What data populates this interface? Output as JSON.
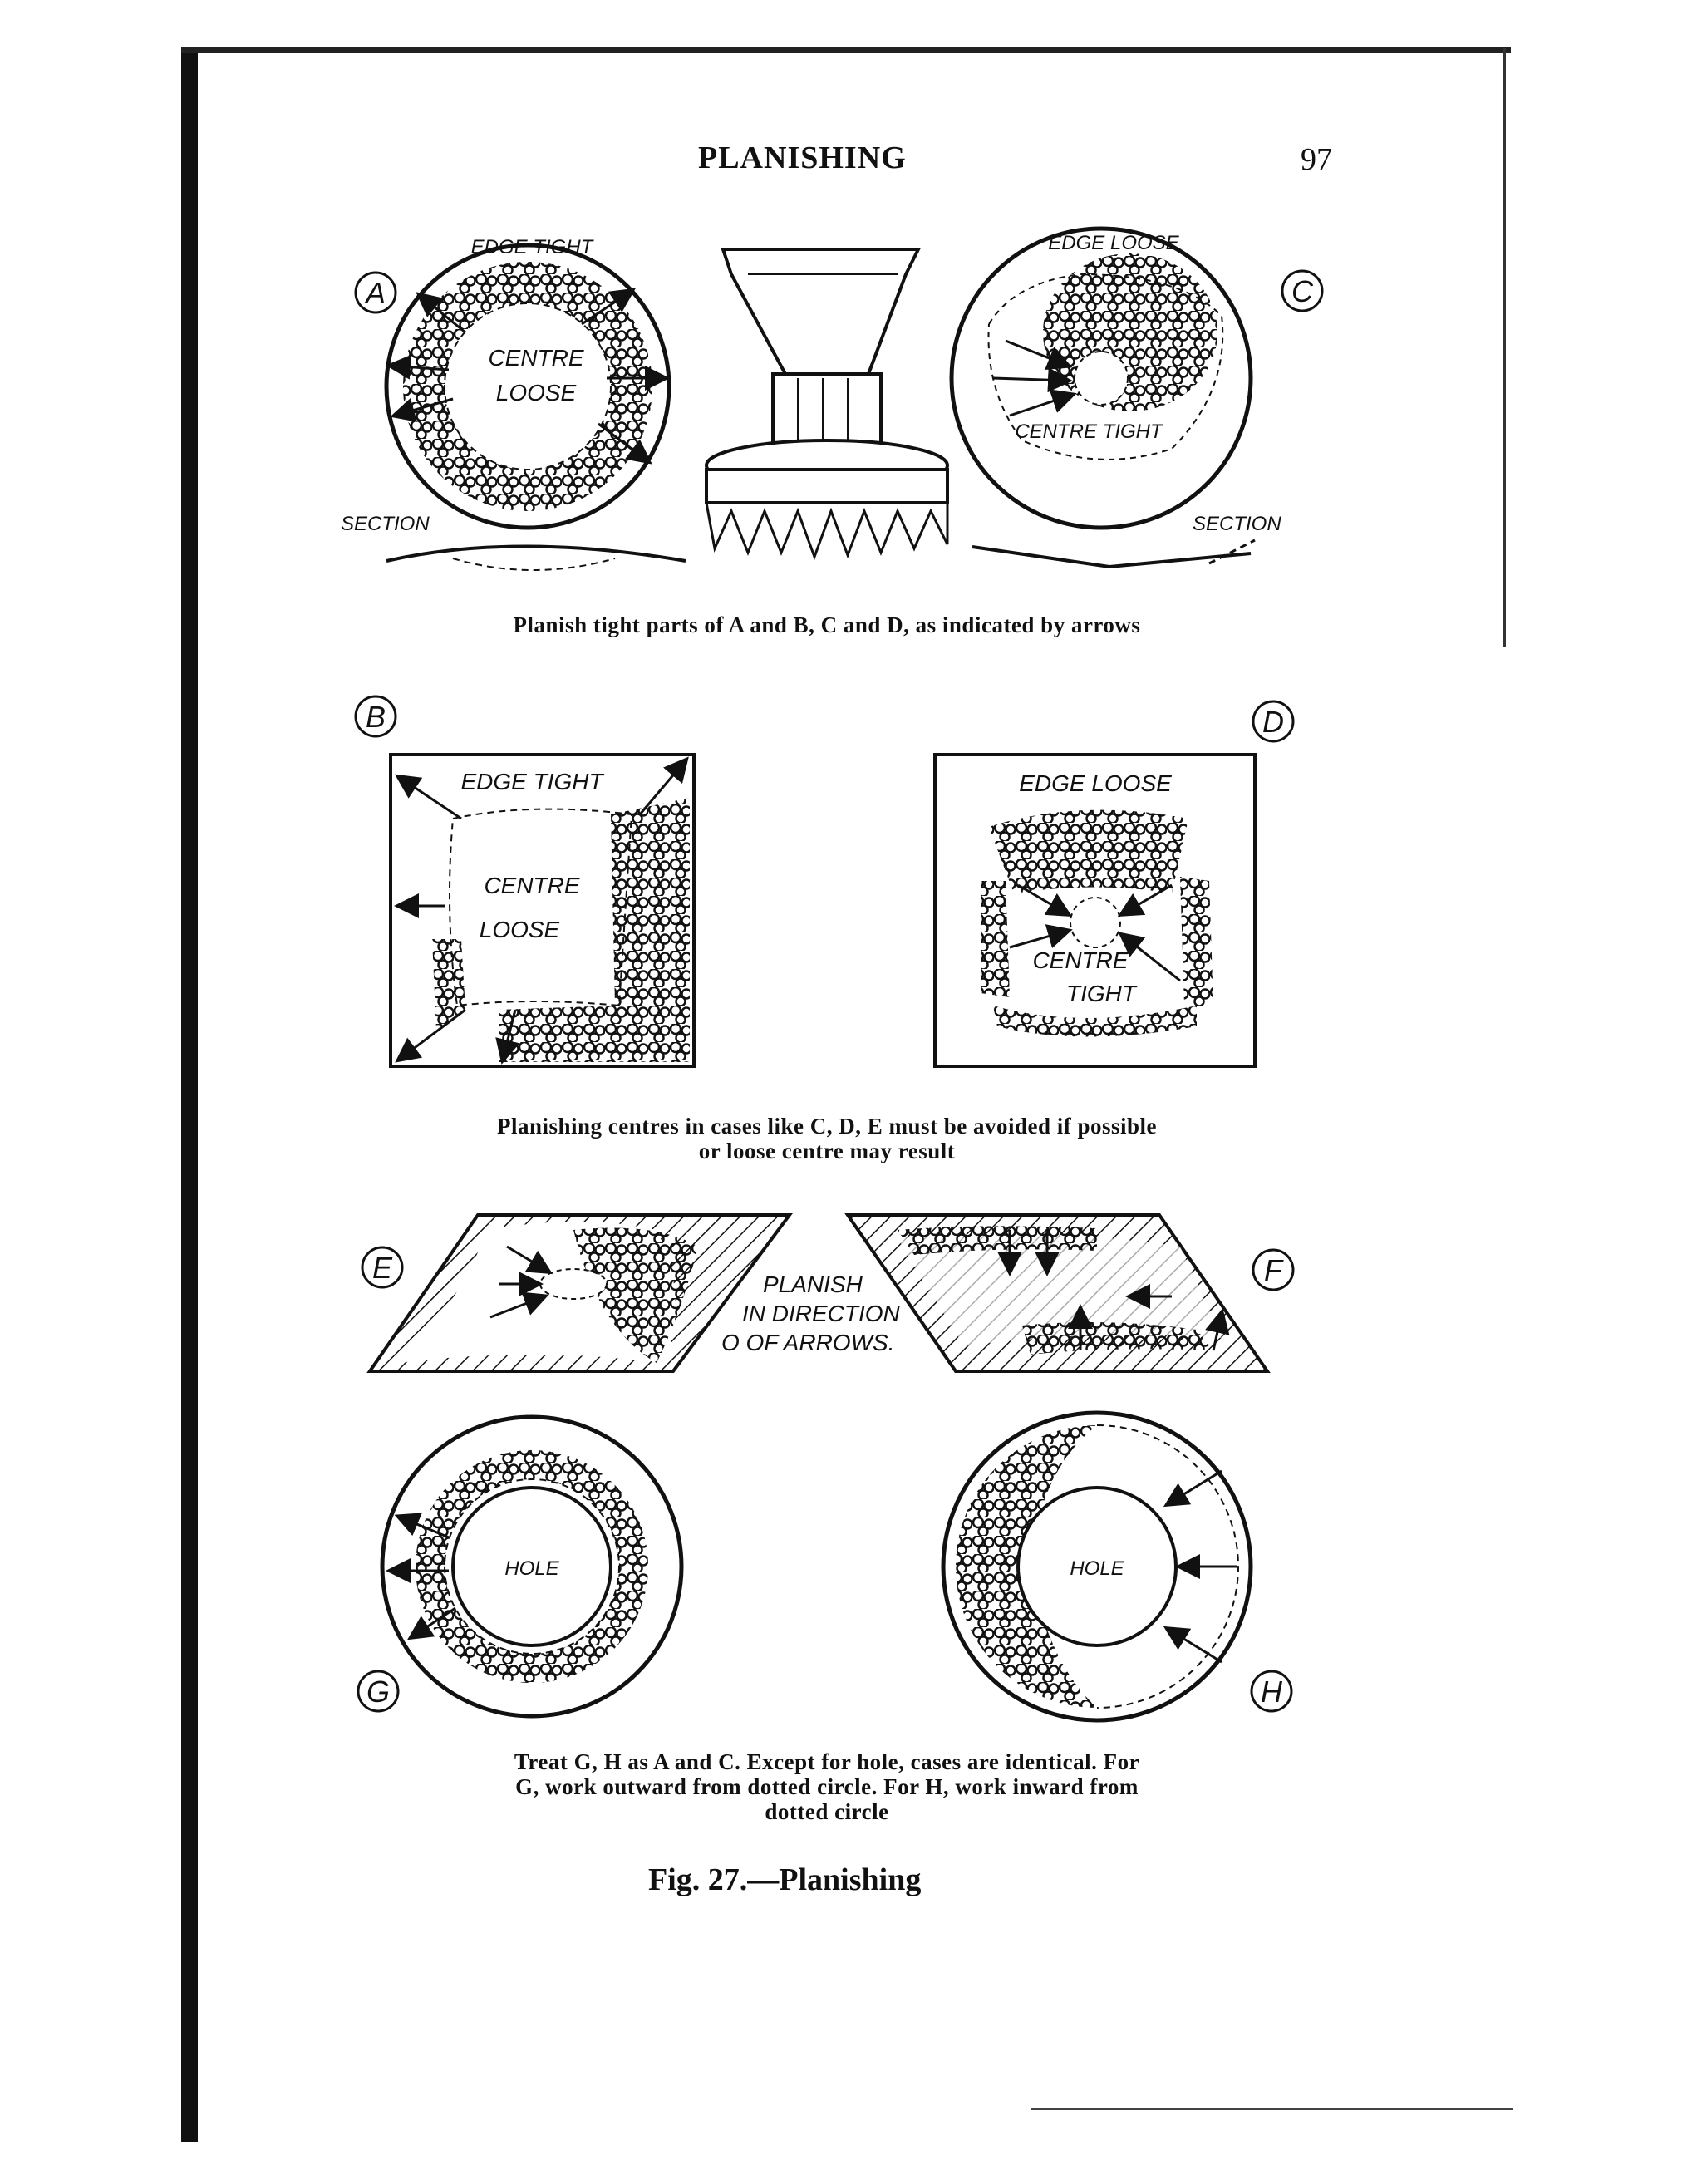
{
  "page": {
    "running_head": "PLANISHING",
    "page_number": "97",
    "figure_caption": "Fig. 27.—Planishing"
  },
  "captions": {
    "top": "Planish tight parts of A and B, C and D, as indicated by arrows",
    "middle_line1": "Planishing centres in cases like C, D, E must be avoided if possible",
    "middle_line2": "or loose centre may result",
    "bottom_line1": "Treat G, H as A and C.  Except for hole, cases are identical.  For",
    "bottom_line2": "G, work outward from dotted circle.  For H, work inward from",
    "bottom_line3": "dotted circle"
  },
  "diagrams": {
    "a": {
      "letter": "A",
      "edge": "EDGE TIGHT",
      "centre1": "CENTRE",
      "centre2": "LOOSE",
      "section": "SECTION"
    },
    "c": {
      "letter": "C",
      "edge": "EDGE LOOSE",
      "centre": "CENTRE TIGHT",
      "section": "SECTION"
    },
    "b": {
      "letter": "B",
      "edge": "EDGE TIGHT",
      "centre1": "CENTRE",
      "centre2": "LOOSE"
    },
    "d": {
      "letter": "D",
      "edge": "EDGE LOOSE",
      "centre1": "CENTRE",
      "centre2": "TIGHT"
    },
    "e": {
      "letter": "E"
    },
    "f": {
      "letter": "F"
    },
    "ef_note": {
      "line1": "PLANISH",
      "line2": "IN DIRECTION",
      "line3": "O OF ARROWS."
    },
    "g": {
      "letter": "G",
      "hole": "HOLE"
    },
    "h": {
      "letter": "H",
      "hole": "HOLE"
    }
  }
}
